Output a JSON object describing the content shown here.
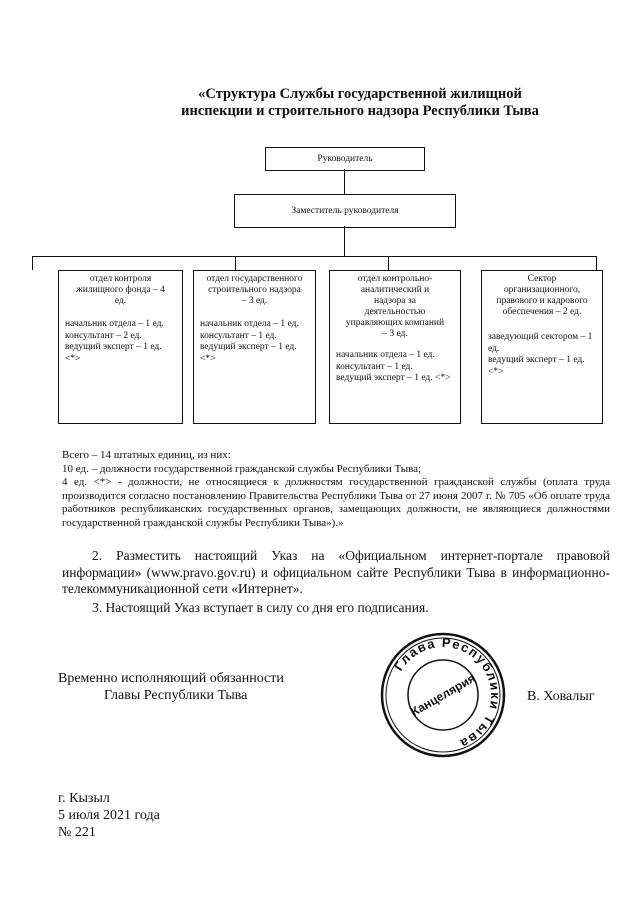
{
  "title": {
    "line1": "«Структура Службы государственной жилищной",
    "line2": "инспекции и строительного надзора Республики Тыва"
  },
  "chart": {
    "head": "Руководитель",
    "deputy": "Заместитель руководителя",
    "departments": [
      {
        "name": "отдел контроля жилищного фонда – 4 ед.",
        "staff": [
          "начальник отдела – 1 ед.",
          "консультант – 2 ед.",
          "ведущий эксперт – 1 ед. <*>"
        ]
      },
      {
        "name": "отдел государственного строительного надзора – 3 ед.",
        "staff": [
          "начальник отдела – 1 ед.",
          "консультант – 1 ед.",
          "ведущий эксперт – 1 ед. <*>"
        ]
      },
      {
        "name": "отдел контрольно-аналитический и надзора за деятельностью управляющих компаний – 3 ед.",
        "staff": [
          "начальник отдела – 1 ед.",
          "консультант – 1 ед.",
          "ведущий эксперт – 1 ед. <*>"
        ]
      },
      {
        "name": "Сектор организационного, правового и кадрового обеспечения – 2 ед.",
        "staff": [
          "заведующий сектором – 1 ед.",
          "ведущий эксперт – 1 ед. <*>"
        ]
      }
    ]
  },
  "totals": {
    "line1": "Всего – 14 штатных единиц, из них:",
    "line2": "10 ед. – должности государственной гражданской службы Республики Тыва;",
    "line3": "4 ед. <*> - должности, не относящиеся к должностям государственной гражданской службы (оплата труда производится согласно постановлению Правительства Республики Тыва от 27 июня 2007 г. № 705 «Об оплате труда работников республиканских государственных органов, замещающих должности, не являющиеся должностями государственной гражданской службы Республики Тыва»).»"
  },
  "paragraphs": {
    "p2": "2. Разместить настоящий Указ на «Официальном интернет-портале правовой информации» (www.pravo.gov.ru) и официальном сайте Республики Тыва в информационно-телекоммуникационной сети «Интернет».",
    "p3": "3. Настоящий Указ вступает в силу со дня его подписания."
  },
  "signature": {
    "position_line1": "Временно исполняющий обязанности",
    "position_line2": "Главы Республики Тыва",
    "name": "В. Ховалыг"
  },
  "seal": {
    "ring_text": "Глава Республики Тыва",
    "center_text": "Канцелярия"
  },
  "footer": {
    "city": "г. Кызыл",
    "date": "5 июля 2021 года",
    "number": "№ 221"
  }
}
